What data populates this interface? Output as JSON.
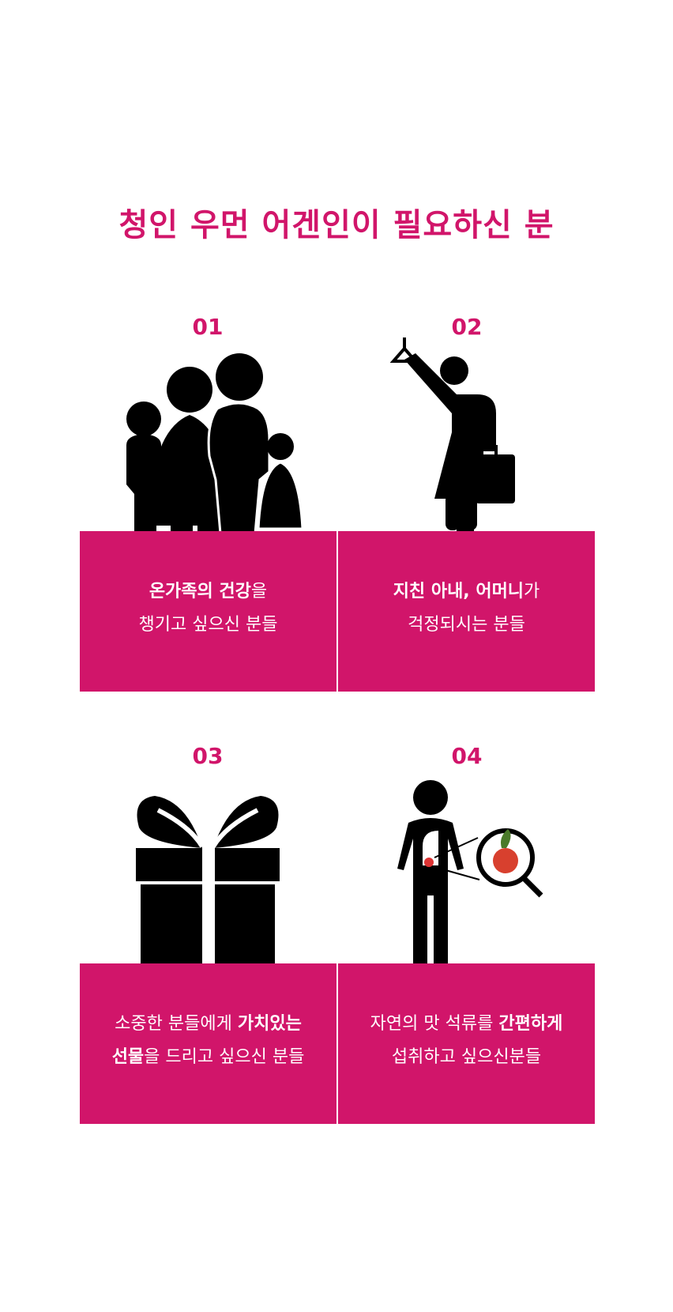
{
  "title": "청인 우먼 어겐인이 필요하신 분",
  "accent": "#d1156a",
  "items": [
    {
      "num": "01",
      "line1_bold": "온가족의 건강",
      "line1_rest": "을",
      "line2": "챙기고 싶으신 분들",
      "icon": "family-icon"
    },
    {
      "num": "02",
      "line1_bold": "지친 아내, 어머니",
      "line1_rest": "가",
      "line2": "걱정되시는 분들",
      "icon": "commuter-woman-icon"
    },
    {
      "num": "03",
      "line1_pre": "소중한 분들에게 ",
      "line1_bold": "가치있는",
      "line2_bold": "선물",
      "line2_rest": "을 드리고 싶으신 분들",
      "icon": "gift-icon"
    },
    {
      "num": "04",
      "line1_pre": "자연의 맛 석류를 ",
      "line1_bold": "간편하게",
      "line2": "섭취하고 싶으신분들",
      "icon": "pomegranate-intake-icon"
    }
  ]
}
